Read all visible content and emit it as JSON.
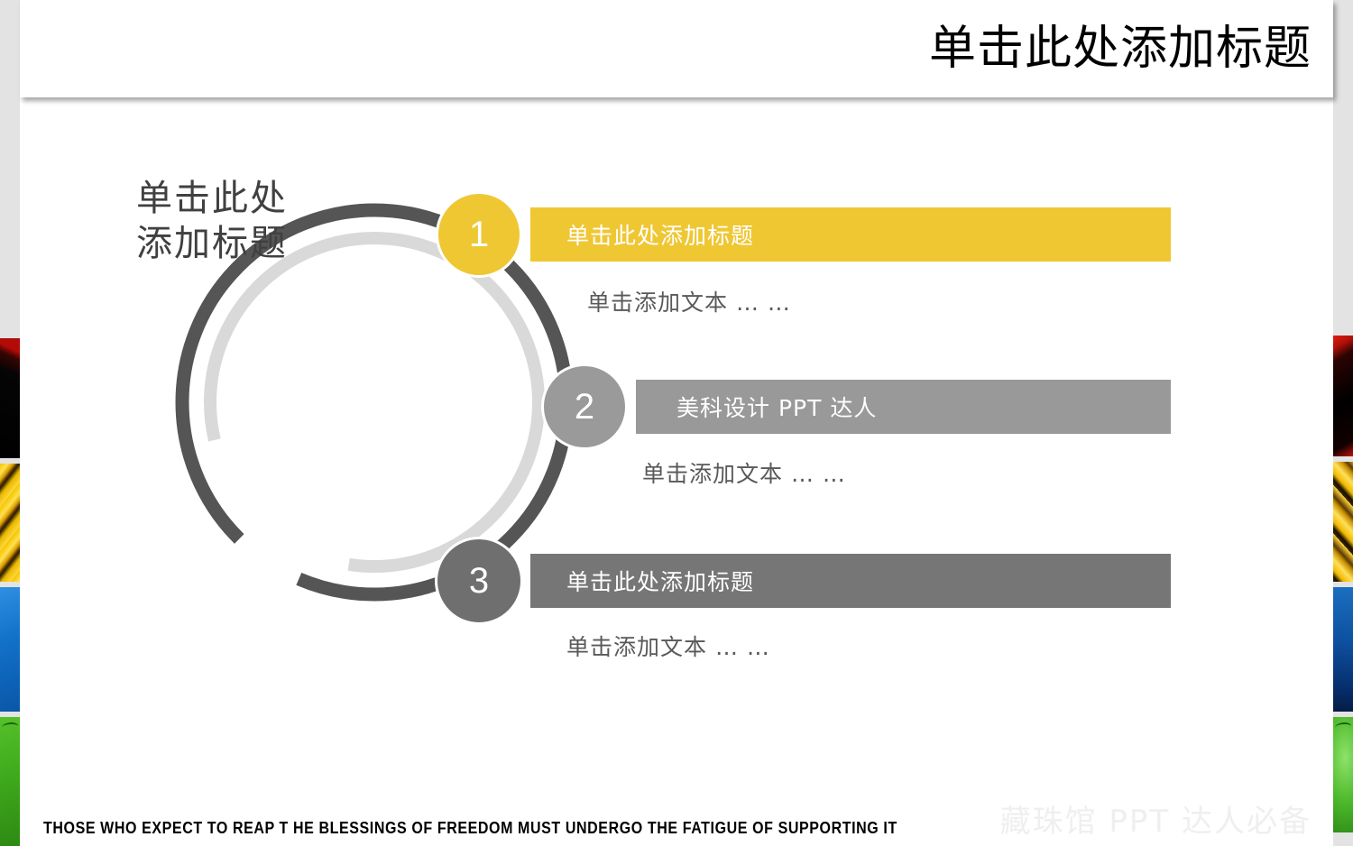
{
  "slide": {
    "title": "单击此处添加标题",
    "center_title_line1": "单击此处",
    "center_title_line2": "添加标题",
    "footer_quote": "THOSE WHO EXPECT TO REAP T HE BLESSINGS OF FREEDOM MUST UNDERGO THE FATIGUE OF SUPPORTING IT",
    "watermark": "藏珠馆 PPT 达人必备"
  },
  "items": [
    {
      "number": "1",
      "heading": "单击此处添加标题",
      "body": "单击添加文本 … …",
      "bar_color": "#efc733",
      "circle_color": "#efc733"
    },
    {
      "number": "2",
      "heading": "美科设计   PPT 达人",
      "body": "单击添加文本 … …",
      "bar_color": "#999999",
      "circle_color": "#9a9a9a"
    },
    {
      "number": "3",
      "heading": "单击此处添加标题",
      "body": "单击添加文本 … …",
      "bar_color": "#767676",
      "circle_color": "#6f6f6f"
    }
  ],
  "ring": {
    "outer_color": "#555555",
    "inner_color": "#d9d9d9"
  }
}
